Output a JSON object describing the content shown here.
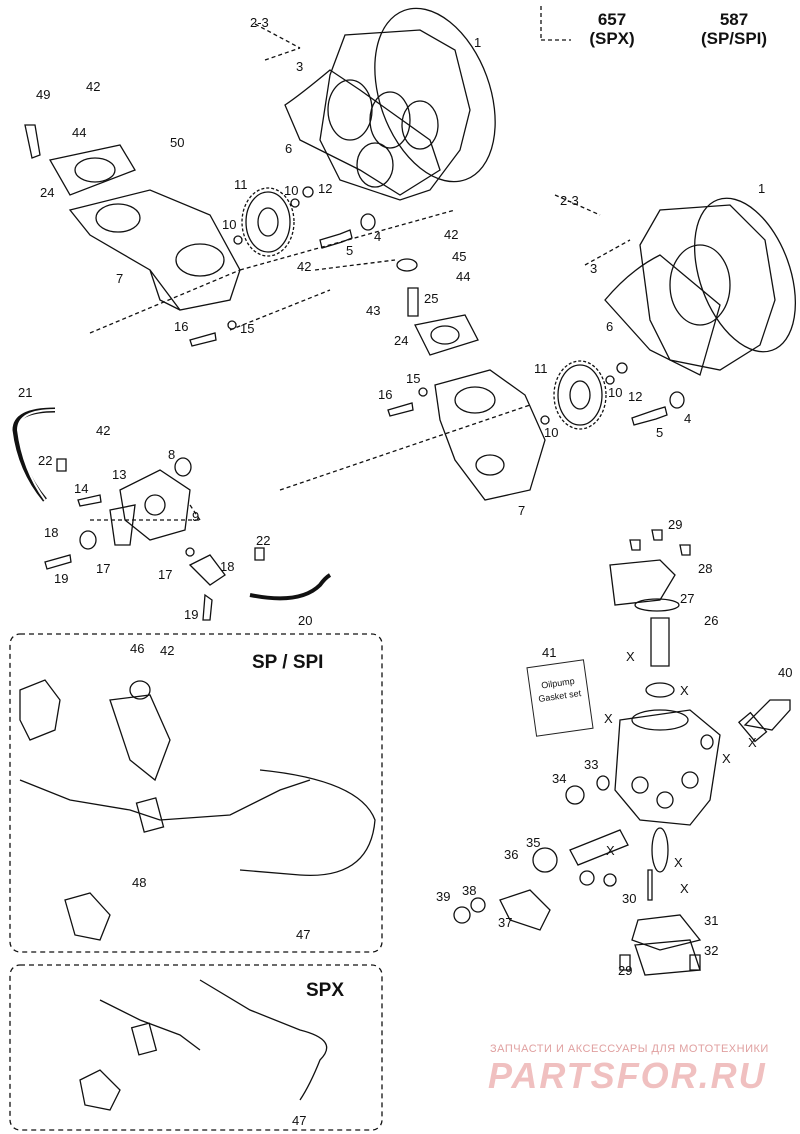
{
  "headers": {
    "left_model": "657",
    "left_variant": "(SPX)",
    "right_model": "587",
    "right_variant": "(SP/SPI)"
  },
  "section_titles": {
    "sp_spi": "SP / SPI",
    "spx": "SPX"
  },
  "kit_label": {
    "line1": "Oilpump",
    "line2": "Gasket set"
  },
  "watermark": {
    "caption": "ЗАПЧАСТИ И АКСЕССУАРЫ ДЛЯ МОТОТЕХНИКИ",
    "brand": "PARTSFOR.RU"
  },
  "callouts": [
    "2-3",
    "1",
    "3",
    "6",
    "49",
    "42",
    "44",
    "50",
    "24",
    "11",
    "10",
    "12",
    "10",
    "4",
    "5",
    "42",
    "7",
    "16",
    "15",
    "2-3",
    "1",
    "3",
    "6",
    "42",
    "45",
    "44",
    "43",
    "25",
    "24",
    "11",
    "15",
    "16",
    "10",
    "12",
    "4",
    "5",
    "10",
    "7",
    "21",
    "42",
    "8",
    "22",
    "14",
    "13",
    "18",
    "9",
    "19",
    "17",
    "22",
    "17",
    "18",
    "19",
    "20",
    "29",
    "28",
    "27",
    "26",
    "41",
    "40",
    "33",
    "34",
    "35",
    "36",
    "30",
    "31",
    "32",
    "29",
    "39",
    "38",
    "37",
    "46",
    "42",
    "48",
    "47",
    "47",
    "X",
    "X",
    "X",
    "X",
    "X",
    "X",
    "X",
    "X"
  ]
}
